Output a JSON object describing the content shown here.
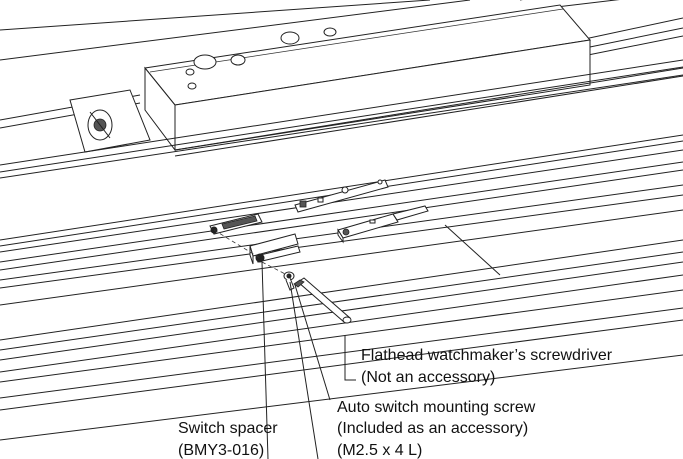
{
  "labels": {
    "screwdriver_line1": "Flathead watchmaker’s screwdriver",
    "screwdriver_line2": "(Not an accessory)",
    "screw_line1": "Auto switch mounting screw",
    "screw_line2": "(Included as an accessory)",
    "screw_line3": "(M2.5 x 4 L)",
    "spacer_line1": "Switch spacer",
    "spacer_line2": "(BMY3-016)"
  }
}
